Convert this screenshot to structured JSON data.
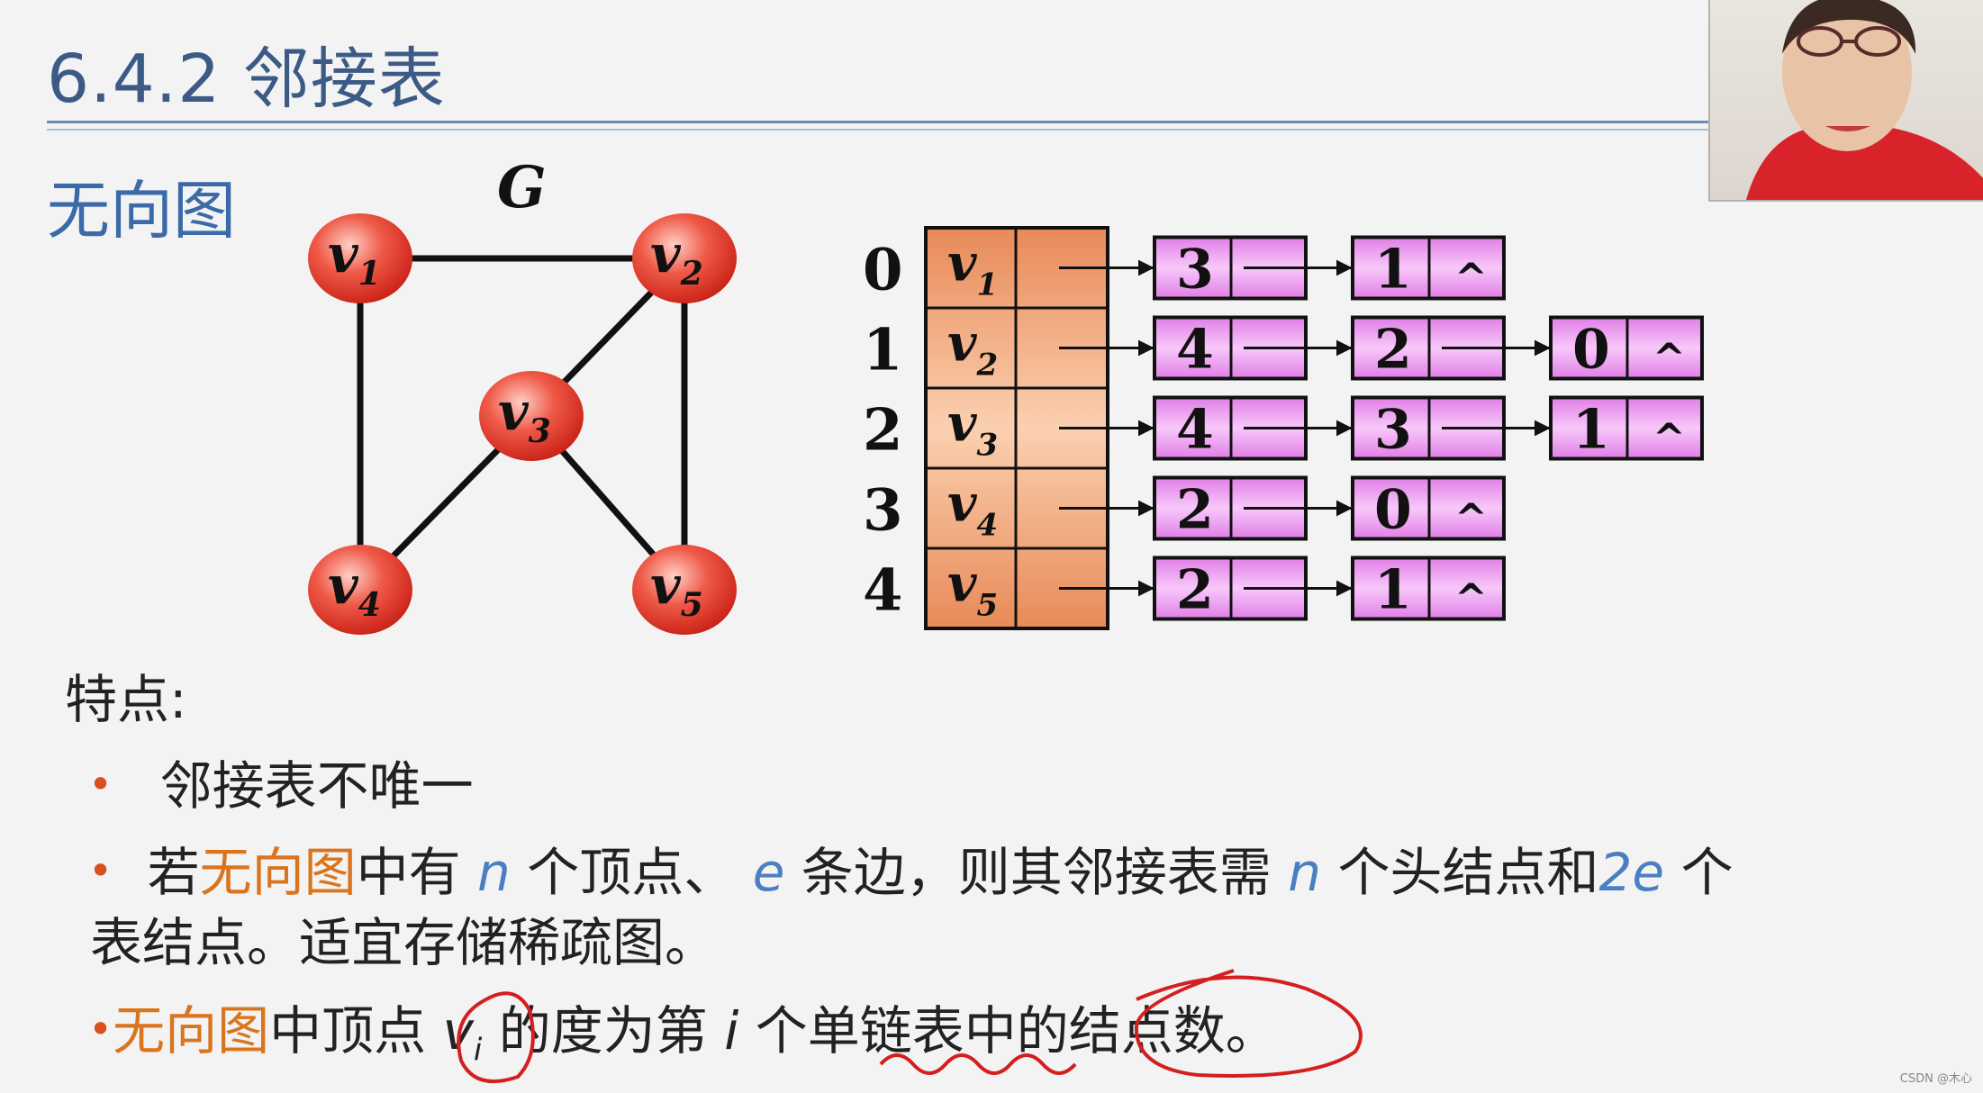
{
  "page_title": "6.4.2 邻接表",
  "section_label": "无向图",
  "graph_label": "G",
  "vertices": [
    {
      "name": "v",
      "sub": "1"
    },
    {
      "name": "v",
      "sub": "2"
    },
    {
      "name": "v",
      "sub": "3"
    },
    {
      "name": "v",
      "sub": "4"
    },
    {
      "name": "v",
      "sub": "5"
    }
  ],
  "edges": [
    [
      "v1",
      "v2"
    ],
    [
      "v1",
      "v4"
    ],
    [
      "v2",
      "v3"
    ],
    [
      "v2",
      "v5"
    ],
    [
      "v3",
      "v4"
    ],
    [
      "v3",
      "v5"
    ]
  ],
  "adjacency_list": {
    "rows": [
      {
        "index": "0",
        "vertex": "v",
        "sub": "1",
        "nodes": [
          "3",
          "1"
        ]
      },
      {
        "index": "1",
        "vertex": "v",
        "sub": "2",
        "nodes": [
          "4",
          "2",
          "0"
        ]
      },
      {
        "index": "2",
        "vertex": "v",
        "sub": "3",
        "nodes": [
          "4",
          "3",
          "1"
        ]
      },
      {
        "index": "3",
        "vertex": "v",
        "sub": "4",
        "nodes": [
          "2",
          "0"
        ]
      },
      {
        "index": "4",
        "vertex": "v",
        "sub": "5",
        "nodes": [
          "2",
          "1"
        ]
      }
    ],
    "null_symbol": "^"
  },
  "features": {
    "heading": "特点:",
    "bullet_symbol": "•",
    "item1": "邻接表不唯一",
    "item2": {
      "p1": "若",
      "p2": "无向图",
      "p3": "中有 ",
      "n1": "n",
      "p4": " 个顶点、 ",
      "e1": "e",
      "p5": " 条边，则其邻接表需 ",
      "n2": "n",
      "p6": " 个头结点和",
      "e2": "2e",
      "p7": " 个",
      "line2": "表结点。适宜存储稀疏图。"
    },
    "item3": {
      "p1": "无向图",
      "p2": "中顶点 ",
      "v": "v",
      "sub": "i",
      "p3": " 的度为第 ",
      "i": "i",
      "p4": " 个单链表中的结点数。"
    }
  },
  "colors": {
    "title": "#3b5a85",
    "vertex_fill": "#e8382c",
    "list_head_fill": "#f0a878",
    "list_node_fill": "#ec9cf0",
    "highlight_orange": "#d9751c",
    "highlight_blue": "#4a7fc1",
    "bullet": "#d8501f",
    "annotation": "#d41f1f"
  },
  "watermark": "CSDN @木心"
}
